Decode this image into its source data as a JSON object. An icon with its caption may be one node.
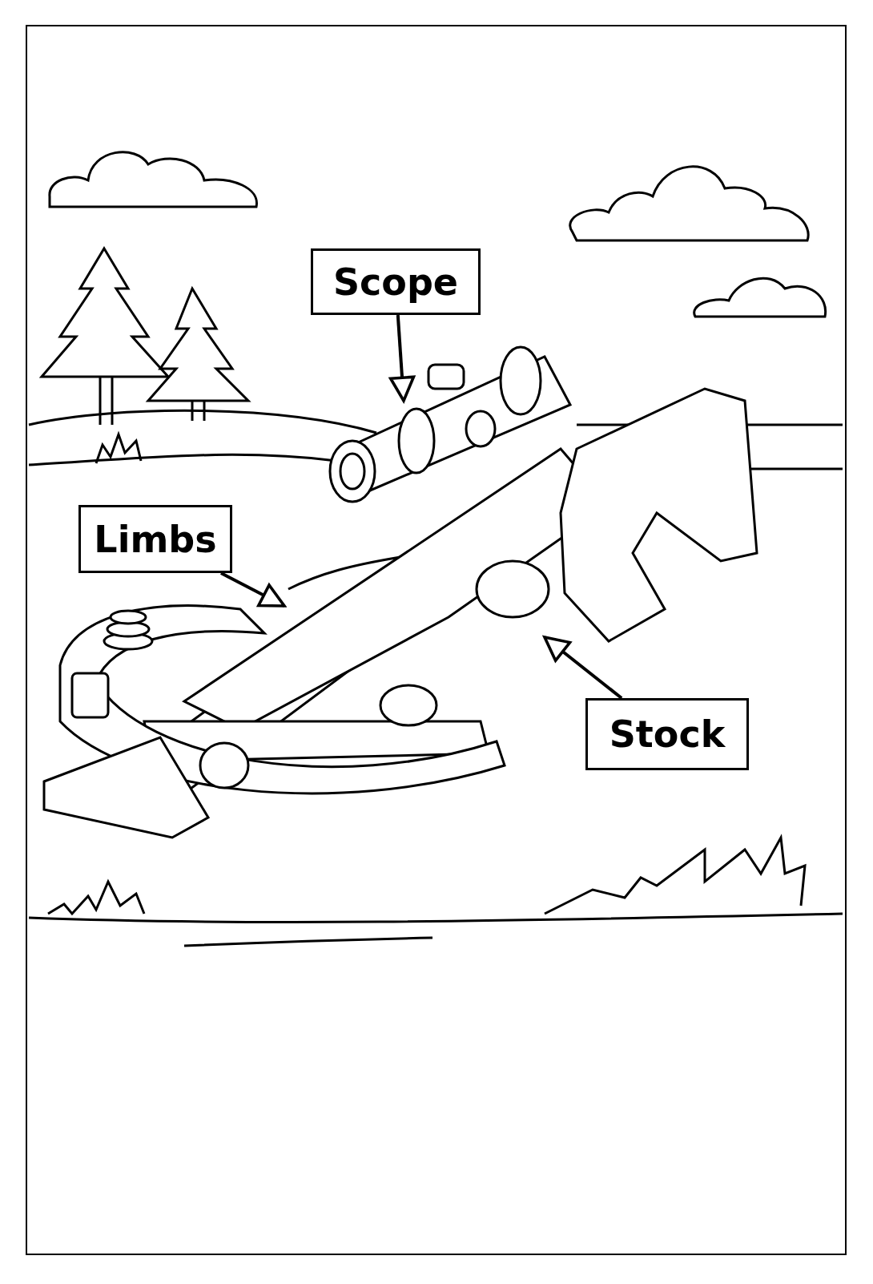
{
  "diagram": {
    "nodes": [
      {
        "text": [
          "Scope"
        ]
      },
      {
        "text": [
          "Limbs"
        ]
      },
      {
        "text": [
          "Stock"
        ]
      },
      {
        "text": [],
        "shape": "picture"
      },
      {
        "text": [],
        "shape": "picture"
      },
      {
        "text": [],
        "shape": "picture"
      }
    ],
    "edges": [
      {
        "from": 0,
        "to": 3,
        "arrow": "to"
      },
      {
        "from": 1,
        "to": 4,
        "arrow": "to"
      },
      {
        "from": 2,
        "to": 5,
        "arrow": "to"
      }
    ]
  }
}
